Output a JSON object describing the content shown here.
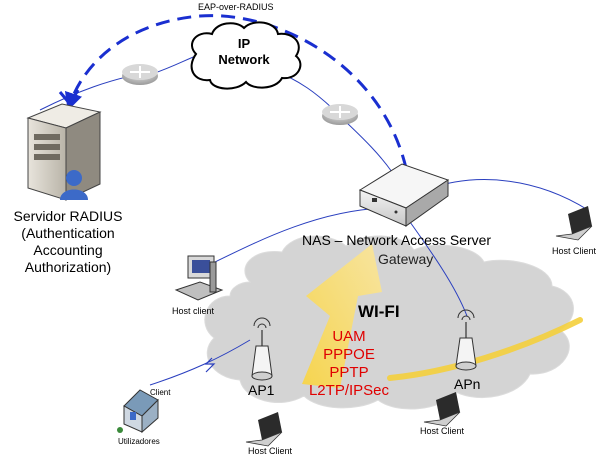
{
  "labels": {
    "eap": "EAP-over-RADIUS",
    "ip_network_line1": "IP",
    "ip_network_line2": "Network",
    "radius_server": [
      "Servidor RADIUS",
      "(Authentication",
      "Accounting",
      "Authorization)"
    ],
    "nas_line1": "NAS – Network Access Server",
    "nas_line2": "Gateway",
    "host_client_left": "Host client",
    "host_client_right": "Host Client",
    "host_client_bottom_left": "Host Client",
    "host_client_bottom_right": "Host Client",
    "wifi": "WI-FI",
    "ap1": "AP1",
    "apn": "APn",
    "client": "Client",
    "utilizadores": "Utilizadores",
    "protocols": [
      "UAM",
      "PPPOE",
      "PPTP",
      "L2TP/IPSec"
    ]
  },
  "colors": {
    "link_blue": "#2a3fbf",
    "eap_dash": "#1a2fd0",
    "cloud_grey": "#d4d4d4",
    "wifi_yellow": "#f7d447",
    "protocol_red": "#e00000"
  },
  "icons": [
    "server-icon",
    "user-icon",
    "router-icon",
    "cloud-icon",
    "nas-icon",
    "desktop-pc-icon",
    "laptop-icon",
    "access-point-icon",
    "house-icon"
  ]
}
